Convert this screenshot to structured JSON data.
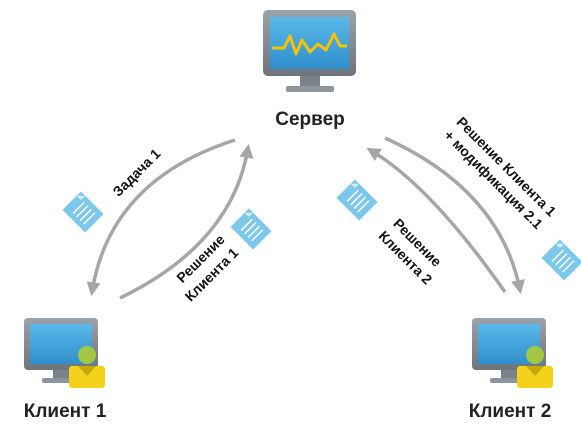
{
  "nodes": {
    "server": {
      "label": "Сервер"
    },
    "client1": {
      "label": "Клиент 1"
    },
    "client2": {
      "label": "Клиент 2"
    }
  },
  "edges": {
    "task1": {
      "label": "Задача 1"
    },
    "solution1": {
      "line1": "Решение",
      "line2": "Клиента 1"
    },
    "solution2": {
      "line1": "Решение",
      "line2": "Клиента 2"
    },
    "solution1_mod": {
      "line1": "Решение Клиента 1",
      "line2": "+ модификация 2.1"
    }
  },
  "colors": {
    "arrow": "#a6a6a6",
    "monitor_frame": "#7f8791",
    "screen": "#3aa3dc",
    "server_wave": "#f4c400",
    "user_head": "#a3c644",
    "user_body": "#f2d21a",
    "document": "#7cc7ec"
  }
}
